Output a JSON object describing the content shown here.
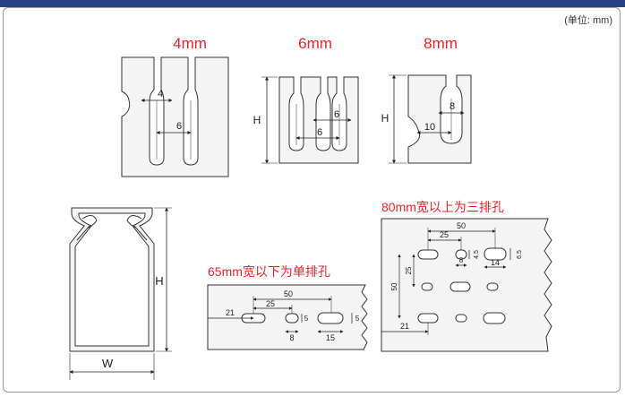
{
  "unit_note": "(单位: mm)",
  "accent_color": "#e8252b",
  "slot_titles": [
    "4mm",
    "6mm",
    "8mm"
  ],
  "slot_4mm": {
    "width_label": "4",
    "pitch_label": "6"
  },
  "slot_6mm": {
    "height_label": "H",
    "width_label": "6",
    "pitch_label": "6"
  },
  "slot_8mm": {
    "height_label": "H",
    "width_label": "8",
    "offset_label": "10"
  },
  "duct": {
    "height_label": "H",
    "width_label": "W"
  },
  "single_row": {
    "title": "65mm宽以下为单排孔",
    "dims": [
      "50",
      "25",
      "21",
      "8",
      "5",
      "15",
      "5"
    ]
  },
  "triple_row": {
    "title": "80mm宽以上为三排孔",
    "dims": [
      "50",
      "25",
      "8",
      "4.5",
      "14",
      "6.5",
      "25",
      "50",
      "21"
    ]
  }
}
